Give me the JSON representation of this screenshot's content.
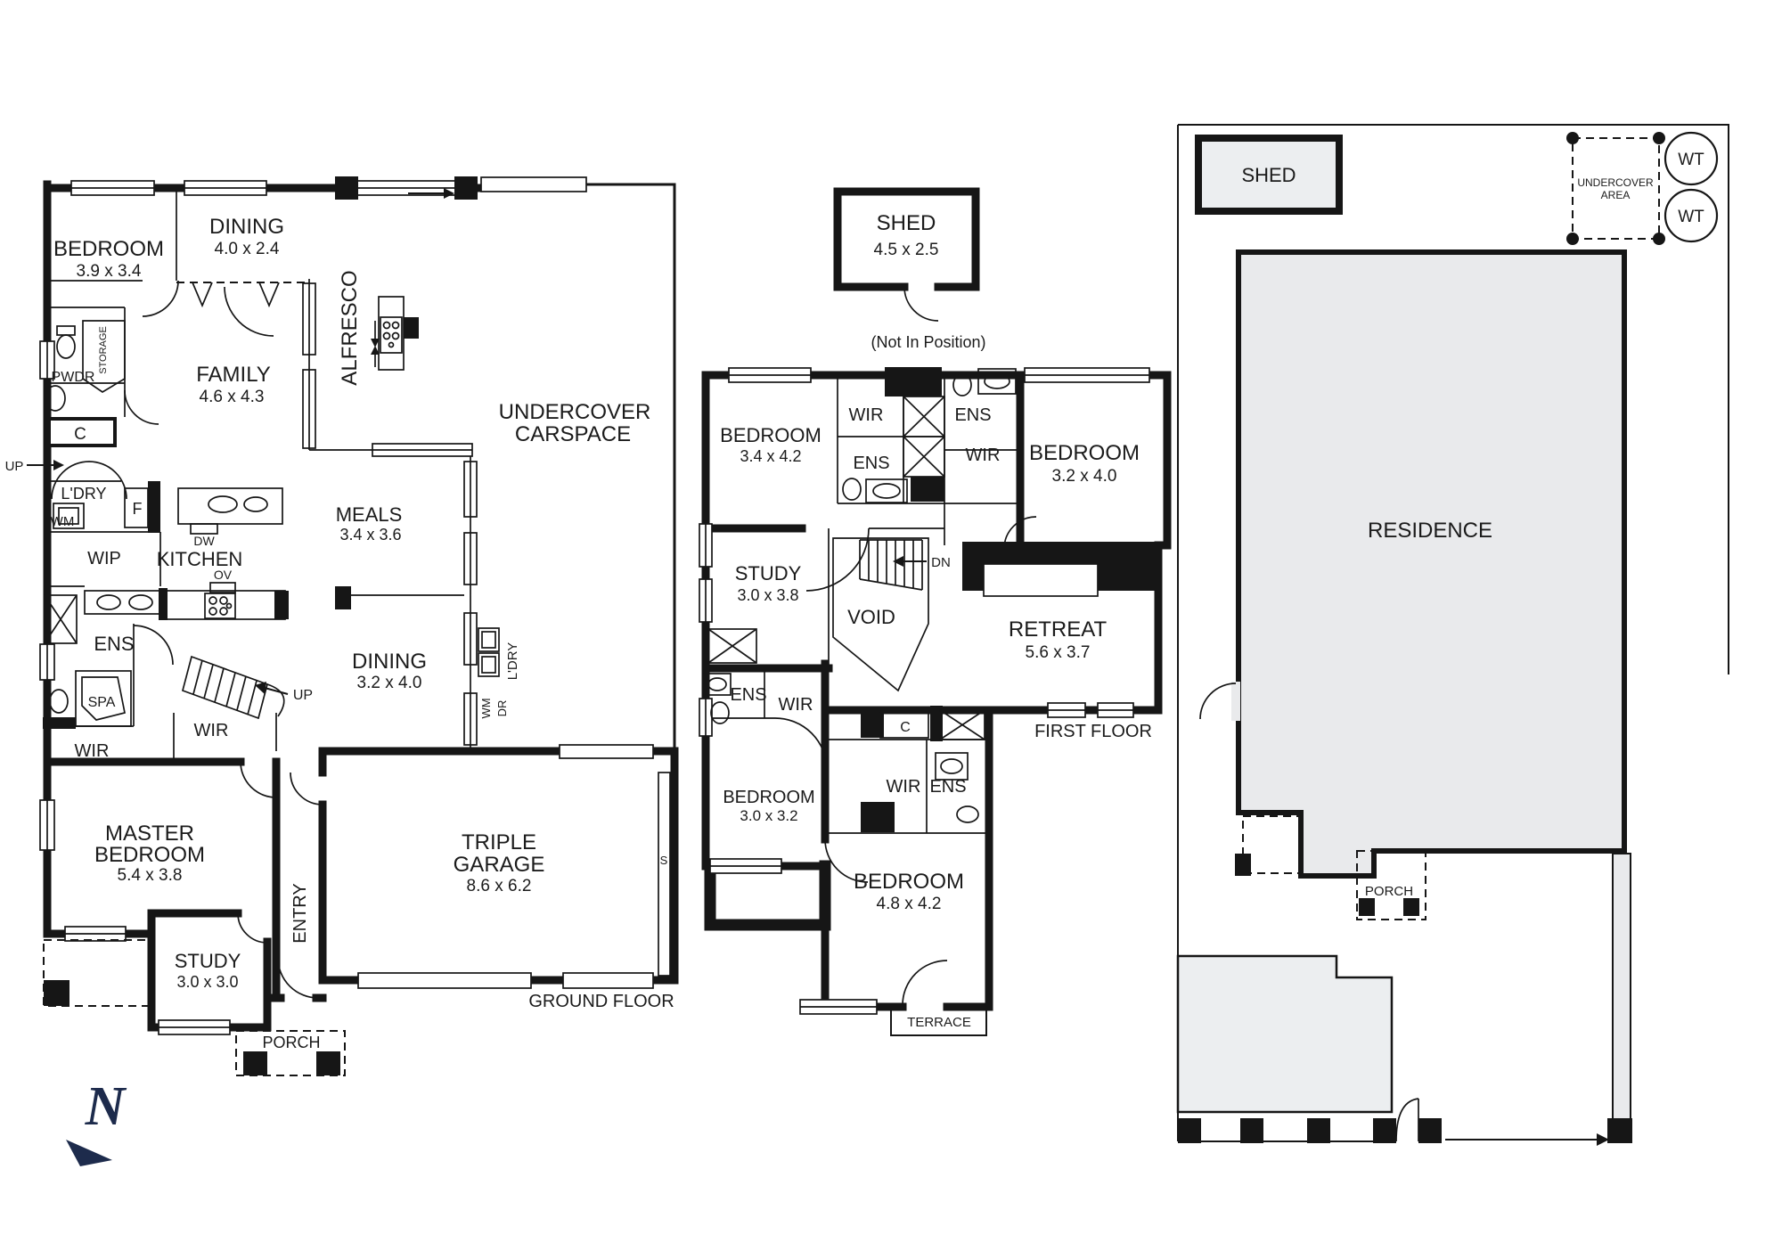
{
  "ground_floor": {
    "floor_label": "GROUND FLOOR",
    "bedroom": {
      "name": "BEDROOM",
      "dims": "3.9 x 3.4"
    },
    "dining_top": {
      "name": "DINING",
      "dims": "4.0 x 2.4"
    },
    "family": {
      "name": "FAMILY",
      "dims": "4.6 x 4.3"
    },
    "meals": {
      "name": "MEALS",
      "dims": "3.4 x 3.6"
    },
    "alfresco": "ALFRESCO",
    "undercover_carspace": [
      "UNDERCOVER",
      "CARSPACE"
    ],
    "kitchen": "KITCHEN",
    "wip": "WIP",
    "dw": "DW",
    "ov": "OV",
    "fridge": "F",
    "laundry": "L'DRY",
    "wm": "WM",
    "pwdr": "PWDR",
    "storage": "STORAGE",
    "cupboard": "C",
    "up_hall": "UP",
    "ens": "ENS",
    "spa": "SPA",
    "wir_ens": "WIR",
    "wir_hall": "WIR",
    "up_stairs": "UP",
    "master": {
      "name": [
        "MASTER",
        "BEDROOM"
      ],
      "dims": "5.4 x 3.8"
    },
    "dining_mid": {
      "name": "DINING",
      "dims": "3.2 x 4.0"
    },
    "laundry2": "L'DRY",
    "wm2": "WM",
    "dr": "DR",
    "entry": "ENTRY",
    "study": {
      "name": "STUDY",
      "dims": "3.0 x 3.0"
    },
    "porch": "PORCH",
    "garage": {
      "name": [
        "TRIPLE",
        "GARAGE"
      ],
      "dims": "8.6 x 6.2"
    },
    "storage_s": "S"
  },
  "first_floor": {
    "floor_label": "FIRST FLOOR",
    "shed": {
      "name": "SHED",
      "dims": "4.5 x 2.5",
      "note": "(Not In Position)"
    },
    "bedroom_nw": {
      "name": "BEDROOM",
      "dims": "3.4 x 4.2"
    },
    "bedroom_ne": {
      "name": "BEDROOM",
      "dims": "3.2 x 4.0"
    },
    "bedroom_sw": {
      "name": "BEDROOM",
      "dims": "3.0 x 3.2"
    },
    "bedroom_se": {
      "name": "BEDROOM",
      "dims": "4.8 x 4.2"
    },
    "study": {
      "name": "STUDY",
      "dims": "3.0 x 3.8"
    },
    "retreat": {
      "name": "RETREAT",
      "dims": "5.6 x 3.7"
    },
    "void": "VOID",
    "dn": "DN",
    "wir_a": "WIR",
    "ens_a": "ENS",
    "ens_b": "ENS",
    "wir_b": "WIR",
    "ens_c": "ENS",
    "wir_c": "WIR",
    "cupboard": "C",
    "wir_d": "WIR",
    "ens_d": "ENS",
    "terrace": "TERRACE"
  },
  "site_plan": {
    "shed": "SHED",
    "undercover_area": [
      "UNDERCOVER",
      "AREA"
    ],
    "wt1": "WT",
    "wt2": "WT",
    "residence": "RESIDENCE",
    "porch": "PORCH"
  },
  "compass": {
    "label": "N"
  }
}
